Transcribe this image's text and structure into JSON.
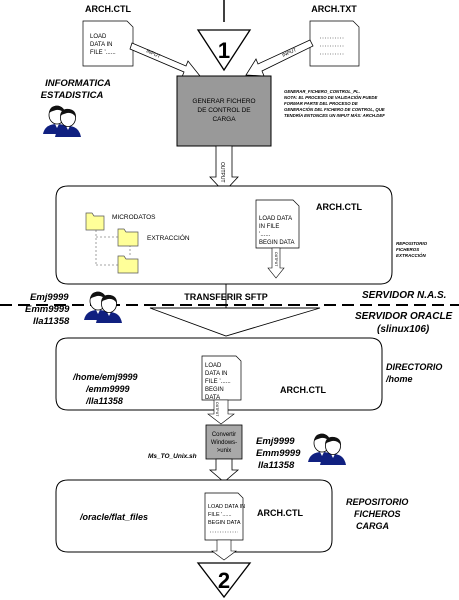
{
  "top_files": {
    "arch_ctl_title": "ARCH.CTL",
    "arch_ctl_lines": [
      "LOAD",
      "DATA IN",
      "FILE ’......"
    ],
    "arch_txt_title": "ARCH.TXT",
    "input_label": "INPUT"
  },
  "step1_number": "1",
  "step2_number": "2",
  "informatica": [
    "INFORMATICA",
    "ESTADISTICA"
  ],
  "generar_box": [
    "GENERAR FICHERO",
    "DE CONTROL DE",
    "CARGA"
  ],
  "generar_note": [
    "GENERAR_FICHERO_CONTROL_PL.",
    "NOTA: EL PROCESO DE VALIDACIÓN PUEDE",
    "FORMAR PARTE DEL PROCESO DE",
    "GENERACIÓN DEL FICHERO DE CONTROL, QUE",
    "TENDRÍA ENTONCES UN INPUT MÁS: ARCH.DEF"
  ],
  "output_label": "OUTPUT",
  "panel1": {
    "title": "ARCH.CTL",
    "microdatos": "MICRODATOS",
    "extraccion": "EXTRACCIÓN",
    "doc_lines": [
      "LOAD DATA",
      "IN FILE",
      "’......",
      "BEGIN DATA"
    ],
    "side": [
      "REPOSITORIO",
      "FICHEROS",
      "EXTRACCIÓN"
    ]
  },
  "users_left": [
    "Emj9999",
    "Emm9999",
    "lla11358"
  ],
  "transferir": "TRANSFERIR SFTP",
  "servidor_nas": "SERVIDOR N.A.S.",
  "servidor_oracle": [
    "SERVIDOR ORACLE",
    "(slinux106)"
  ],
  "panel2": {
    "paths": [
      "/home/emj9999",
      "/emm9999",
      "/lla11358"
    ],
    "doc_lines": [
      "LOAD",
      "DATA IN",
      "FILE ’......",
      "BEGIN",
      "DATA"
    ],
    "title": "ARCH.CTL",
    "side": [
      "DIRECTORIO",
      "/home"
    ]
  },
  "convert_box": [
    "Convertir",
    "Windows-",
    ">unix"
  ],
  "script_name": "Ms_TO_Unix.sh",
  "users_right": [
    "Emj9999",
    "Emm9999",
    "lla11358"
  ],
  "panel3": {
    "path": "/oracle/flat_files",
    "doc_lines": [
      "LOAD DATA IN",
      "FILE ’......",
      "BEGIN DATA"
    ],
    "title": "ARCH.CTL",
    "side": [
      "REPOSITORIO",
      "FICHEROS",
      "CARGA"
    ]
  },
  "colors": {
    "folder": "#ffff99",
    "process_box": "#999999",
    "convert_box": "#a8a8a8"
  }
}
